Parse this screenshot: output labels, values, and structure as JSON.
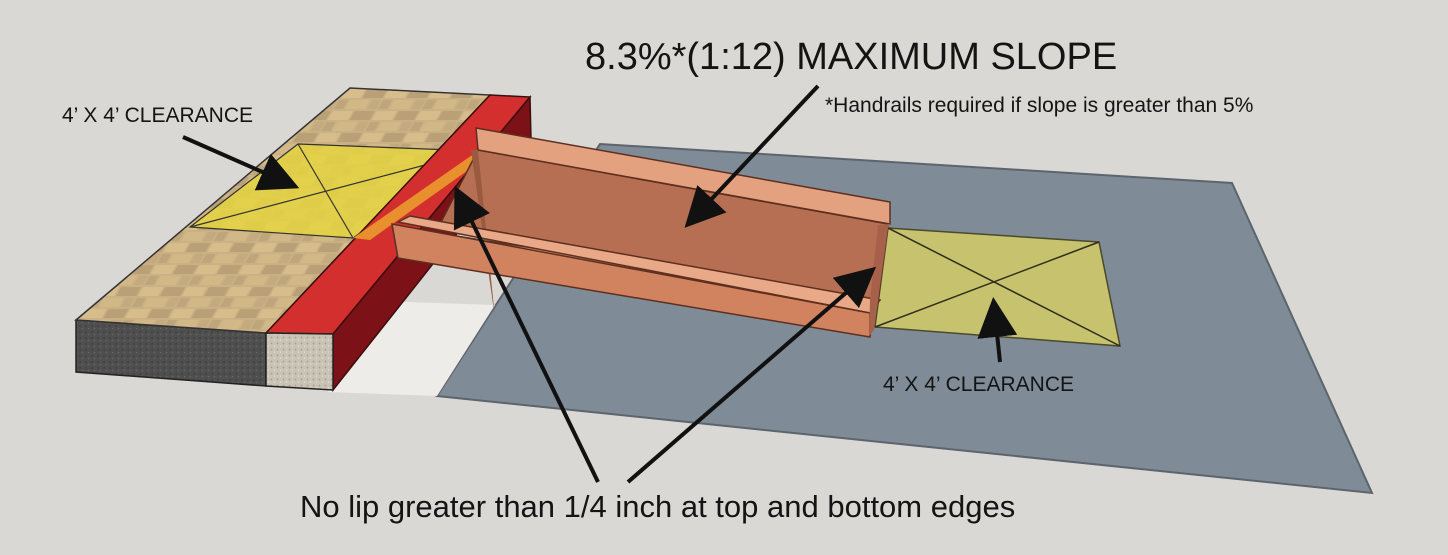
{
  "title": "8.3%*(1:12) MAXIMUM SLOPE",
  "footnote": "*Handrails required if slope is greater than 5%",
  "labels": {
    "top_clearance": "4’ X 4’ CLEARANCE",
    "bottom_clearance": "4’ X 4’ CLEARANCE",
    "lip_note": "No lip greater than 1/4 inch at top and bottom edges"
  },
  "colors": {
    "background": "#d9d8d4",
    "pavement": "#7f8b96",
    "ramp": "#c9805f",
    "curb": "#c1262a",
    "clearance_top": "#e5d33f",
    "clearance_bottom": "#c6c26d"
  }
}
